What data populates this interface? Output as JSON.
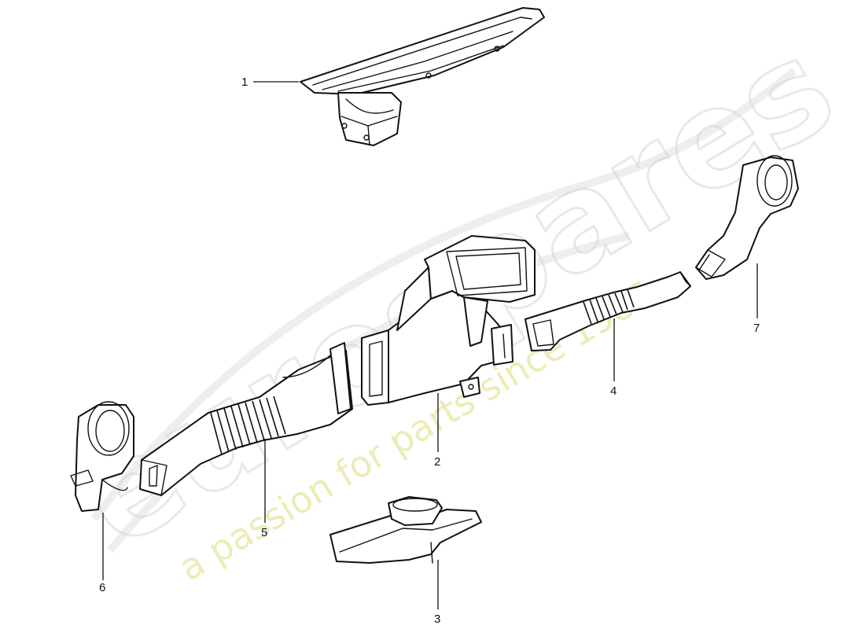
{
  "watermark": {
    "logo_text": "eurospares",
    "tagline": "a passion for parts since 1985"
  },
  "callouts": [
    {
      "id": "callout-1",
      "label": "1"
    },
    {
      "id": "callout-2",
      "label": "2"
    },
    {
      "id": "callout-3",
      "label": "3"
    },
    {
      "id": "callout-4",
      "label": "4"
    },
    {
      "id": "callout-5",
      "label": "5"
    },
    {
      "id": "callout-6",
      "label": "6"
    },
    {
      "id": "callout-7",
      "label": "7"
    }
  ]
}
